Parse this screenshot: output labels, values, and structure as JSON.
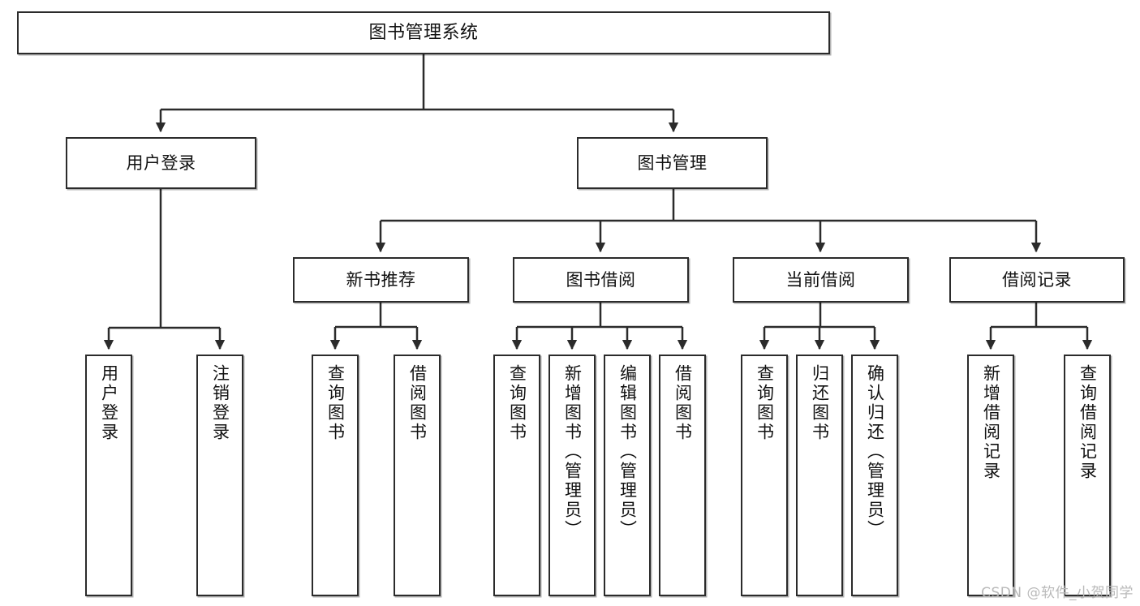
{
  "diagram": {
    "title": "图书管理系统",
    "type": "tree-hierarchy",
    "watermark": "CSDN @软件_小贺同学",
    "nodes": {
      "root": {
        "label": "图书管理系统"
      },
      "level1": [
        {
          "label": "用户登录"
        },
        {
          "label": "图书管理"
        }
      ],
      "level2": [
        {
          "label": "新书推荐"
        },
        {
          "label": "图书借阅"
        },
        {
          "label": "当前借阅"
        },
        {
          "label": "借阅记录"
        }
      ],
      "leaves": [
        {
          "label": "用户登录"
        },
        {
          "label": "注销登录"
        },
        {
          "label": "查询图书"
        },
        {
          "label": "借阅图书"
        },
        {
          "label": "查询图书"
        },
        {
          "label": "新增图书（管理员）"
        },
        {
          "label": "编辑图书（管理员）"
        },
        {
          "label": "借阅图书"
        },
        {
          "label": "查询图书"
        },
        {
          "label": "归还图书"
        },
        {
          "label": "确认归还（管理员）"
        },
        {
          "label": "新增借阅记录"
        },
        {
          "label": "查询借阅记录"
        }
      ]
    },
    "colors": {
      "stroke": "#2b2b2b",
      "fill": "#ffffff",
      "text": "#111111",
      "watermark": "#b9b9b9"
    }
  }
}
